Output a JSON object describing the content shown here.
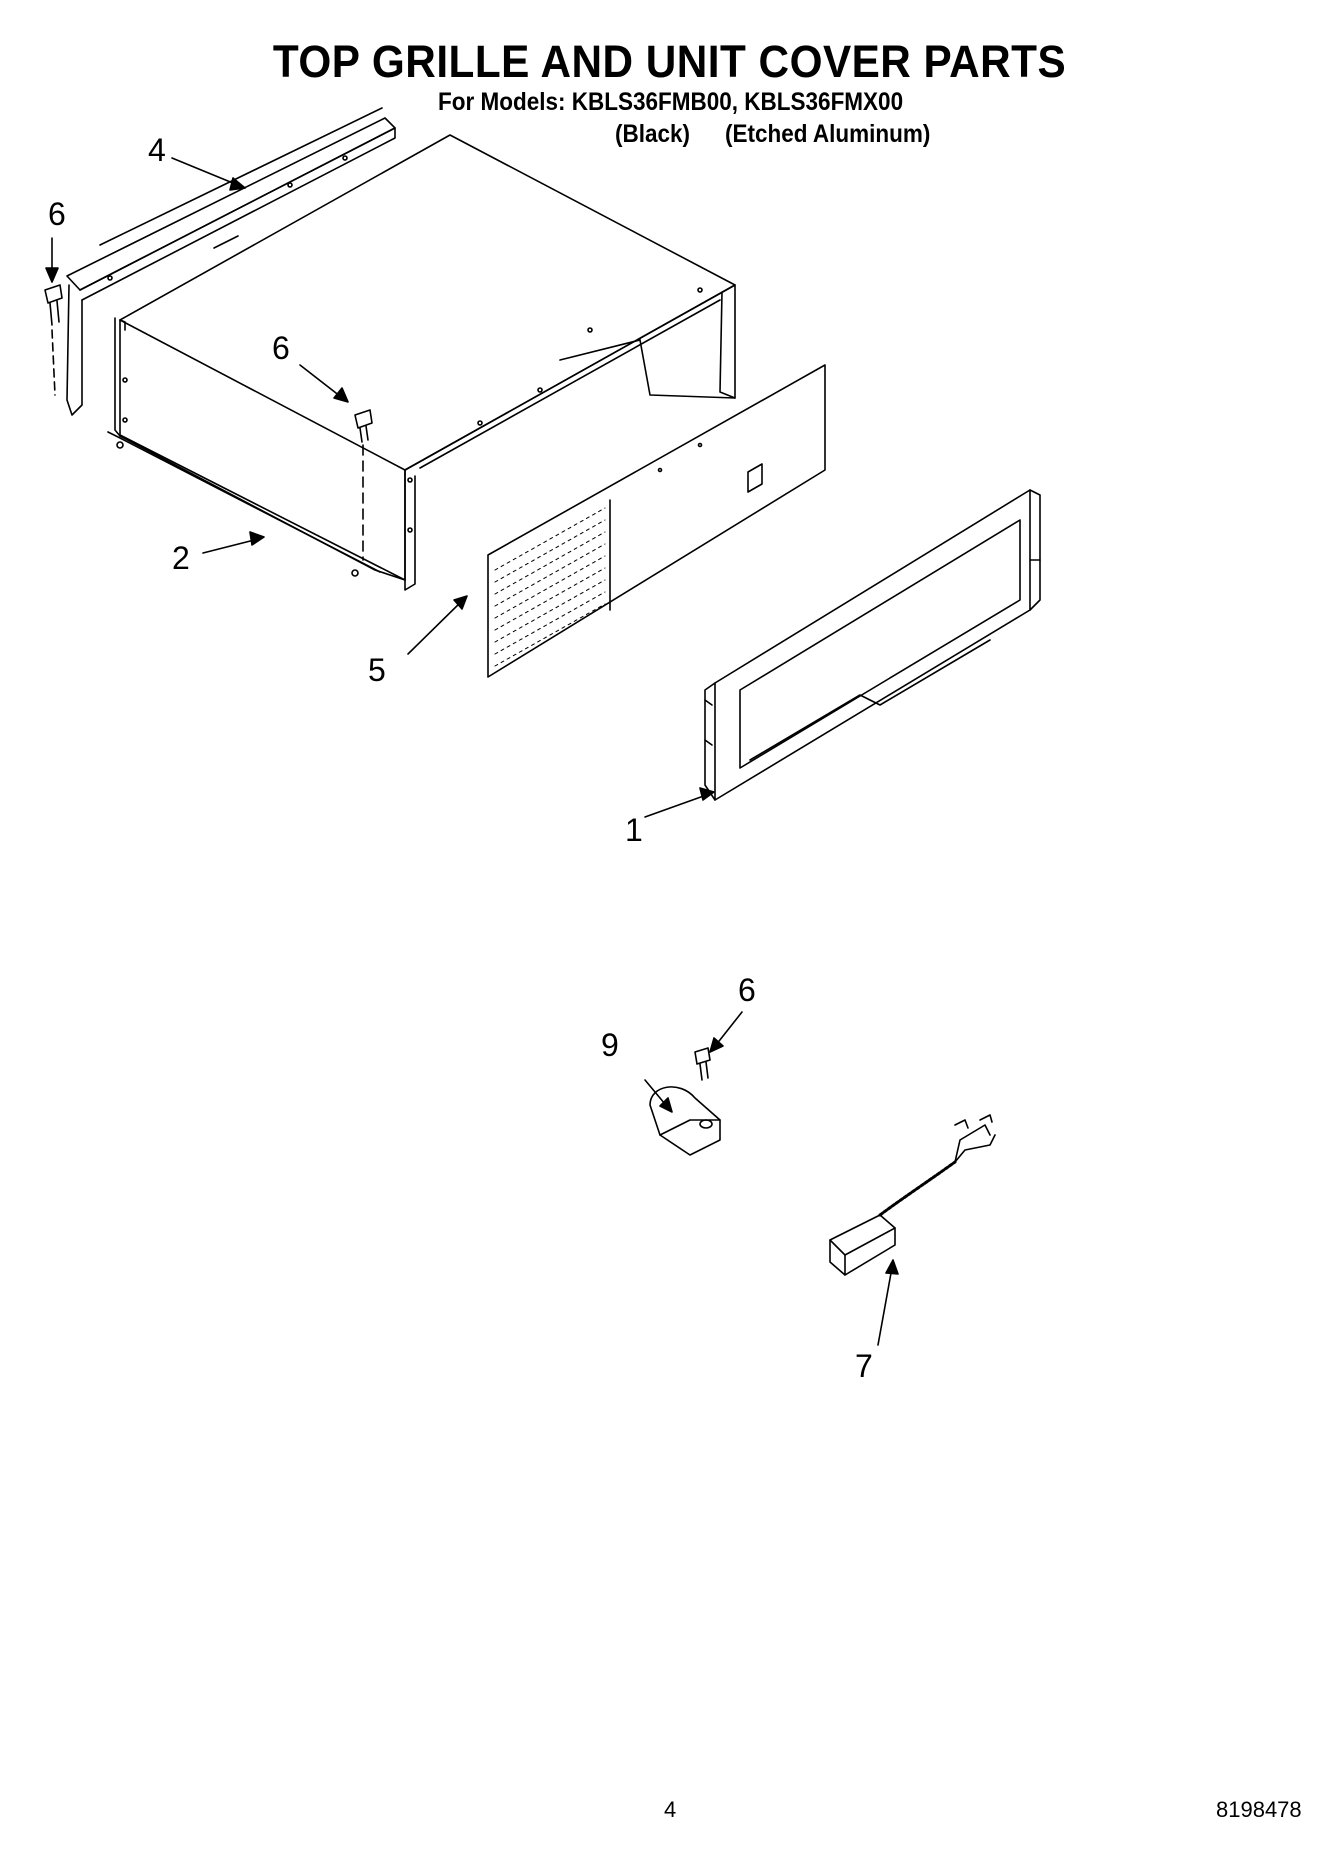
{
  "header": {
    "title": "TOP GRILLE AND UNIT COVER PARTS",
    "models_line": "For Models: KBLS36FMB00, KBLS36FMX00",
    "finish_black": "(Black)",
    "finish_etched": "(Etched Aluminum)"
  },
  "callouts": {
    "part_1": "1",
    "part_2": "2",
    "part_4": "4",
    "part_5": "5",
    "part_6": "6",
    "part_7": "7",
    "part_9": "9"
  },
  "footer": {
    "page_number": "4",
    "doc_number": "8198478"
  }
}
